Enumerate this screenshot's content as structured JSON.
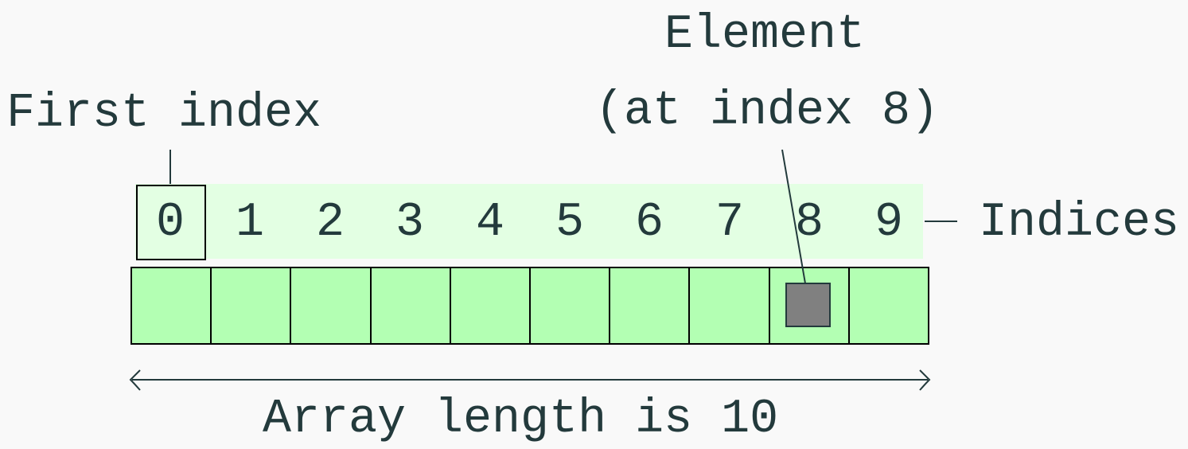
{
  "diagram": {
    "title_element_line1": "Element",
    "title_element_line2": "(at index 8)",
    "first_index_label": "First index",
    "indices_label": "Indices",
    "length_label": "Array length is 10",
    "indices": [
      "0",
      "1",
      "2",
      "3",
      "4",
      "5",
      "6",
      "7",
      "8",
      "9"
    ],
    "highlighted_index": 8,
    "array_length": 10
  },
  "colors": {
    "background": "#f9f9f9",
    "text": "#233a3c",
    "cell_fill": "#b3ffb3",
    "index_band": "#e3ffe3",
    "element_fill": "#808080",
    "border": "#000000"
  }
}
